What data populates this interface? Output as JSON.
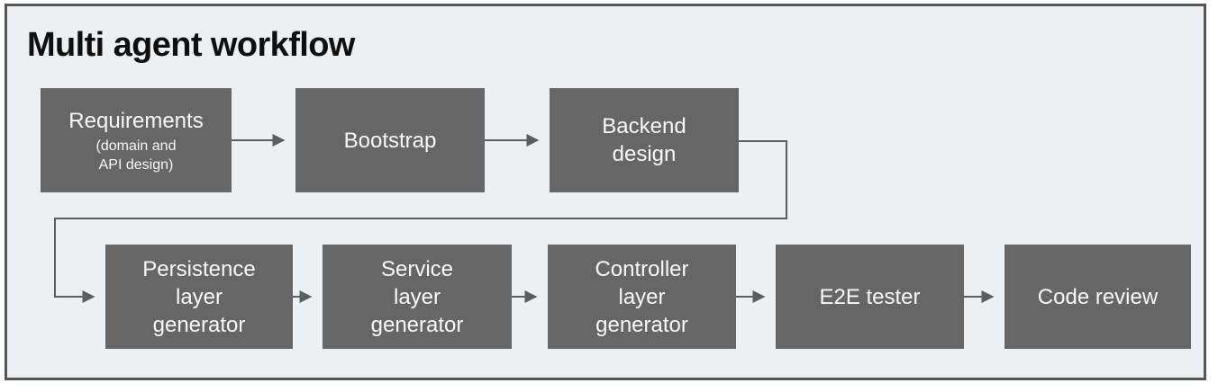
{
  "title": "Multi agent workflow",
  "colors": {
    "background": "#edf0f2",
    "frame_border": "#54565a",
    "node_fill": "#666667",
    "node_text": "#f7f8f8",
    "connector": "#5b5d5f",
    "title_text": "#0f0f10"
  },
  "nodes": [
    {
      "id": "requirements",
      "lines": [
        "Requirements"
      ],
      "sublines": [
        "(domain and",
        "API design)"
      ]
    },
    {
      "id": "bootstrap",
      "lines": [
        "Bootstrap"
      ]
    },
    {
      "id": "backend-design",
      "lines": [
        "Backend",
        "design"
      ]
    },
    {
      "id": "persistence-layer-generator",
      "lines": [
        "Persistence",
        "layer",
        "generator"
      ]
    },
    {
      "id": "service-layer-generator",
      "lines": [
        "Service",
        "layer",
        "generator"
      ]
    },
    {
      "id": "controller-layer-generator",
      "lines": [
        "Controller",
        "layer",
        "generator"
      ]
    },
    {
      "id": "e2e-tester",
      "lines": [
        "E2E tester"
      ]
    },
    {
      "id": "code-review",
      "lines": [
        "Code review"
      ]
    }
  ],
  "edges": [
    {
      "from": "requirements",
      "to": "bootstrap"
    },
    {
      "from": "bootstrap",
      "to": "backend-design"
    },
    {
      "from": "backend-design",
      "to": "persistence-layer-generator"
    },
    {
      "from": "persistence-layer-generator",
      "to": "service-layer-generator"
    },
    {
      "from": "service-layer-generator",
      "to": "controller-layer-generator"
    },
    {
      "from": "controller-layer-generator",
      "to": "e2e-tester"
    },
    {
      "from": "e2e-tester",
      "to": "code-review"
    }
  ]
}
